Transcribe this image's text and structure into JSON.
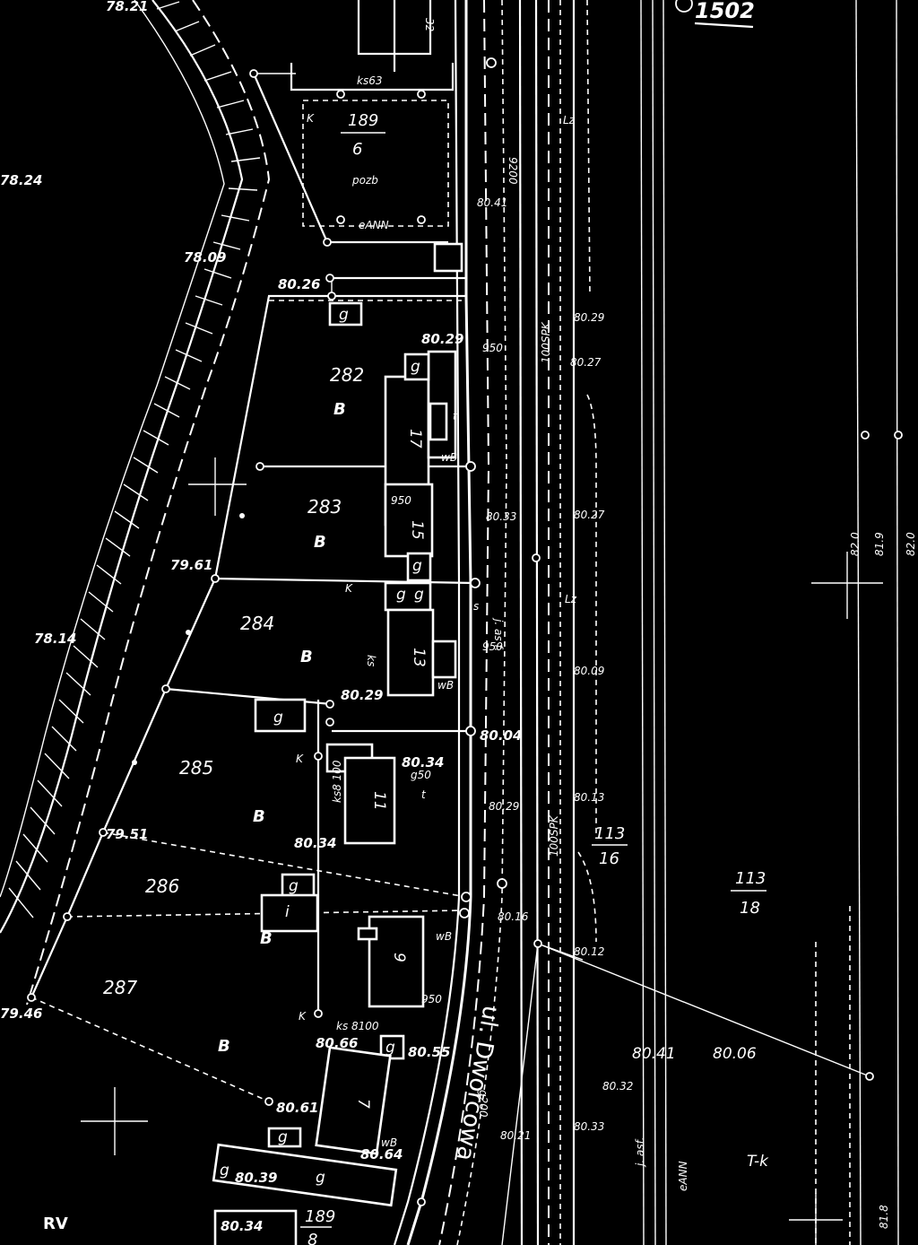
{
  "map": {
    "sheet_number": "1502",
    "street_name": "ul. Dworcowa",
    "parcels": [
      {
        "id": "282",
        "use": "B"
      },
      {
        "id": "283",
        "use": "B"
      },
      {
        "id": "284",
        "use": "B"
      },
      {
        "id": "285",
        "use": "B"
      },
      {
        "id": "286",
        "use": "B"
      },
      {
        "id": "287",
        "use": "B"
      }
    ],
    "parcel_fractions": [
      {
        "num": "189",
        "den": "6"
      },
      {
        "num": "113",
        "den": "16"
      },
      {
        "num": "113",
        "den": "18"
      },
      {
        "num": "189",
        "den": "8"
      }
    ],
    "buildings": [
      "17",
      "15",
      "13",
      "11",
      "9",
      "7",
      "32"
    ],
    "garages": "g",
    "utility_labels": {
      "kanal_1": "ks63",
      "kanal_2": "ks 8100",
      "kanal_3": "ks8 100",
      "kanal_4": "ks",
      "k_marker": "K",
      "wb": "wB",
      "gas_main_a": "9200",
      "gas_main_b": "g200",
      "gas_50": "g50",
      "gas_950": "950",
      "telecom": "100SPK",
      "electric": "eANN",
      "pozb": "pozb",
      "lz": "Lz",
      "asphalt": "j. asf.",
      "tk": "T-k",
      "rv": "RV",
      "i": "i",
      "t": "t",
      "s": "s",
      "j": "j. as f."
    },
    "elevations": [
      "78.21",
      "78.24",
      "78.09",
      "80.26",
      "80.41",
      "80.29",
      "80.27",
      "80.29",
      "80.27",
      "80.33",
      "80.09",
      "79.61",
      "78.14",
      "80.29",
      "80.04",
      "80.34",
      "80.29",
      "80.13",
      "79.51",
      "80.34",
      "80.16",
      "80.12",
      "79.46",
      "80.66",
      "80.55",
      "80.61",
      "80.41",
      "80.06",
      "80.32",
      "80.33",
      "80.21",
      "80.64",
      "80.39",
      "80.34"
    ],
    "edge_labels": [
      "82.0",
      "81.9",
      "82.0",
      "81.8"
    ]
  }
}
